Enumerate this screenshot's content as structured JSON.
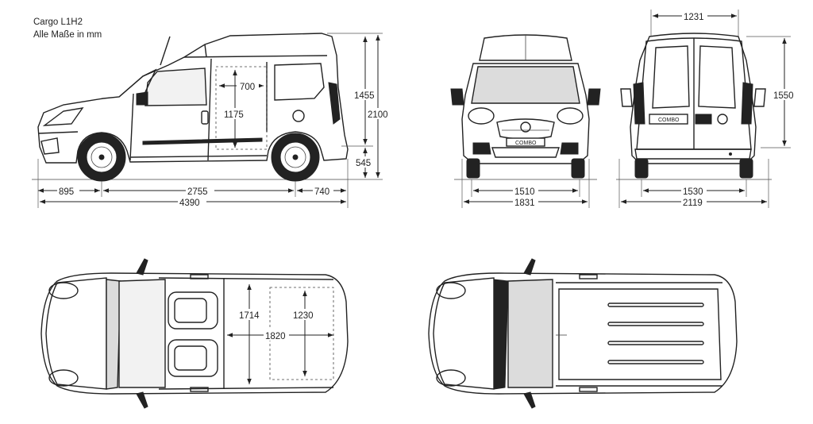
{
  "title": {
    "line1": "Cargo L1H2",
    "line2": "Alle Maße in mm"
  },
  "side_view": {
    "door_width": "700",
    "door_height": "1175",
    "front_overhang": "895",
    "wheelbase": "2755",
    "rear_overhang": "740",
    "total_length": "4390",
    "body_height": "1455",
    "total_height": "2100",
    "ground_to_floor": "545"
  },
  "front_view": {
    "badge": "COMBO",
    "front_track": "1510",
    "width_body": "1831"
  },
  "rear_view": {
    "badge": "COMBO",
    "door_opening_width": "1231",
    "door_opening_height": "1550",
    "rear_track": "1530",
    "width_mirrors": "2119"
  },
  "top_view": {
    "cargo_width": "1714",
    "cargo_width_between_arches": "1230",
    "cargo_length": "1820"
  }
}
